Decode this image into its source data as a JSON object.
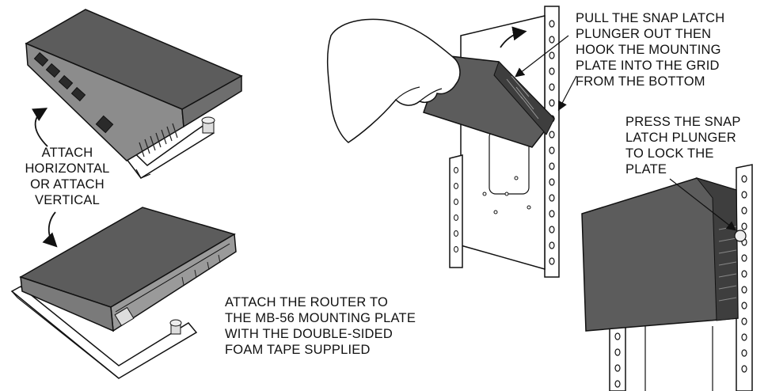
{
  "labels": {
    "attach_orientation": [
      "ATTACH",
      "HORIZONTAL",
      "OR ATTACH",
      "VERTICAL"
    ],
    "attach_router": [
      "ATTACH THE ROUTER TO",
      "THE MB-56 MOUNTING PLATE",
      "WITH THE DOUBLE-SIDED",
      "FOAM TAPE SUPPLIED"
    ],
    "pull_latch": [
      "PULL THE SNAP LATCH",
      "PLUNGER OUT THEN",
      "HOOK THE MOUNTING",
      "PLATE INTO THE GRID",
      "FROM THE BOTTOM"
    ],
    "press_latch": [
      "PRESS THE SNAP",
      "LATCH PLUNGER",
      "TO LOCK THE",
      "PLATE"
    ]
  },
  "colors": {
    "device_top": "#5a5a5a",
    "device_side": "#8a8a8a",
    "device_dark": "#3e3e3e",
    "outline": "#111111",
    "plate": "#ffffff"
  }
}
